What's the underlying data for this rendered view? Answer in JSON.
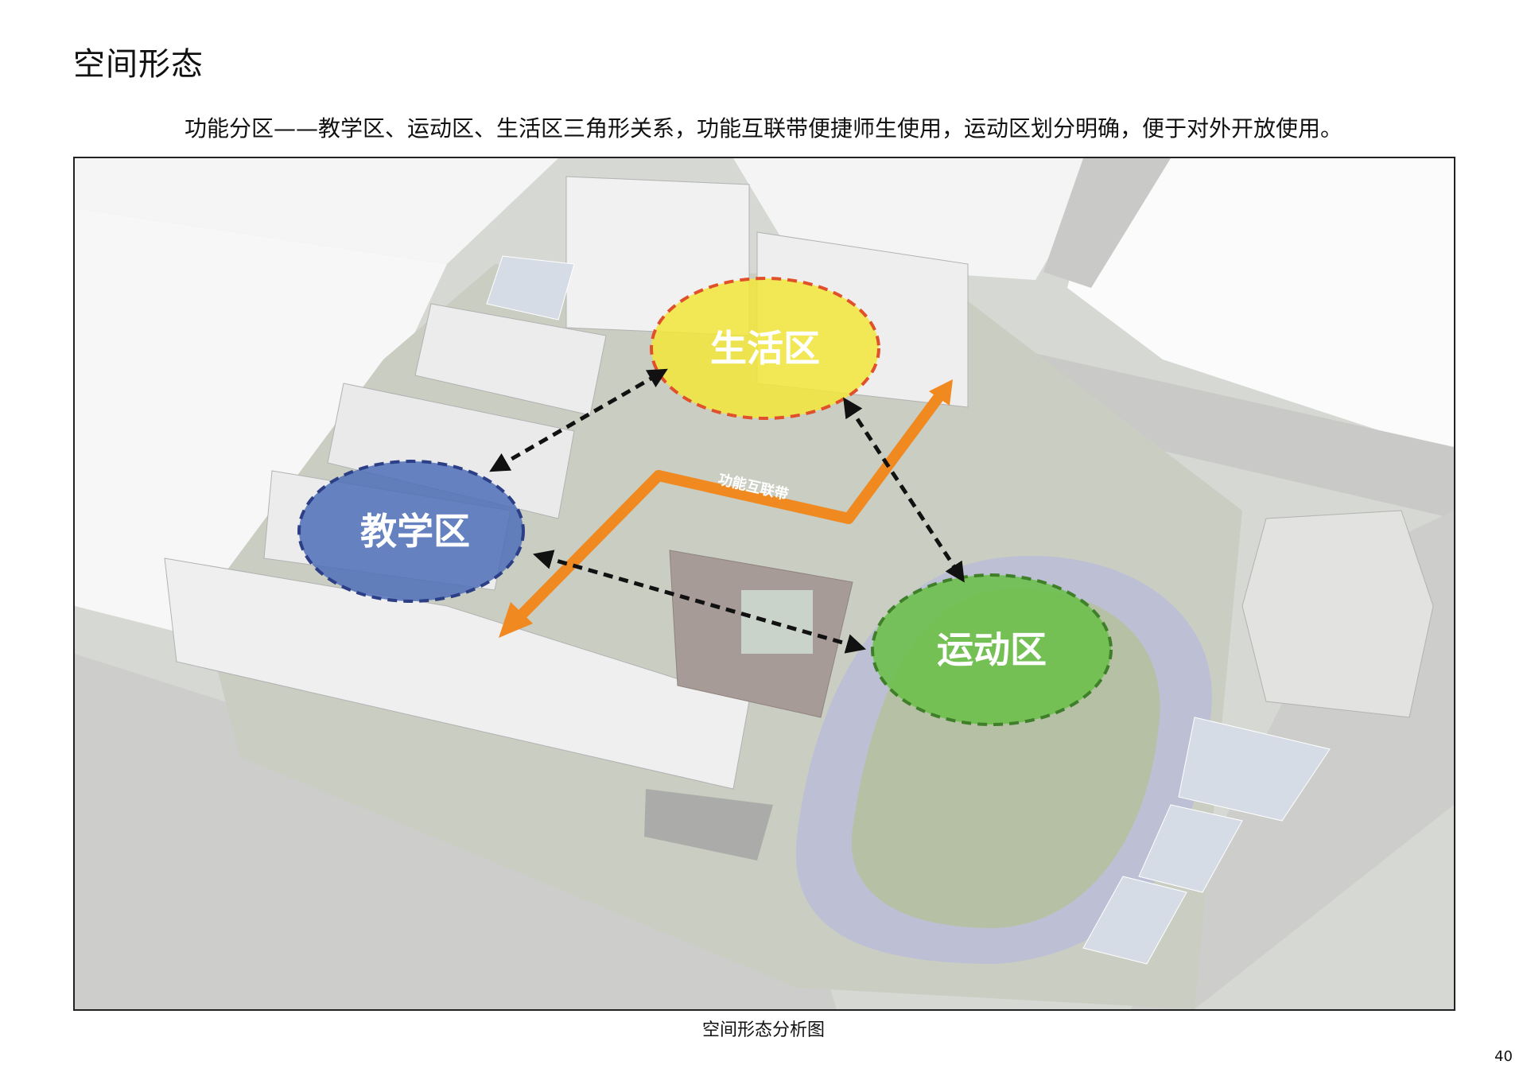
{
  "header": {
    "title": "空间形态",
    "subtitle": "功能分区——教学区、运动区、生活区三角形关系，功能互联带便捷师生使用，运动区划分明确，便于对外开放使用。"
  },
  "diagram": {
    "zones": [
      {
        "label": "生活区",
        "color": "#f2e63a",
        "border": "#e0502a"
      },
      {
        "label": "教学区",
        "color": "#4f6fb8",
        "border": "#2c3f86"
      },
      {
        "label": "运动区",
        "color": "#6cbf4a",
        "border": "#3f7f2a"
      }
    ],
    "connector_label": "功能互联带",
    "connector_color": "#f0891f"
  },
  "footer": {
    "caption": "空间形态分析图",
    "page_number": "40"
  }
}
